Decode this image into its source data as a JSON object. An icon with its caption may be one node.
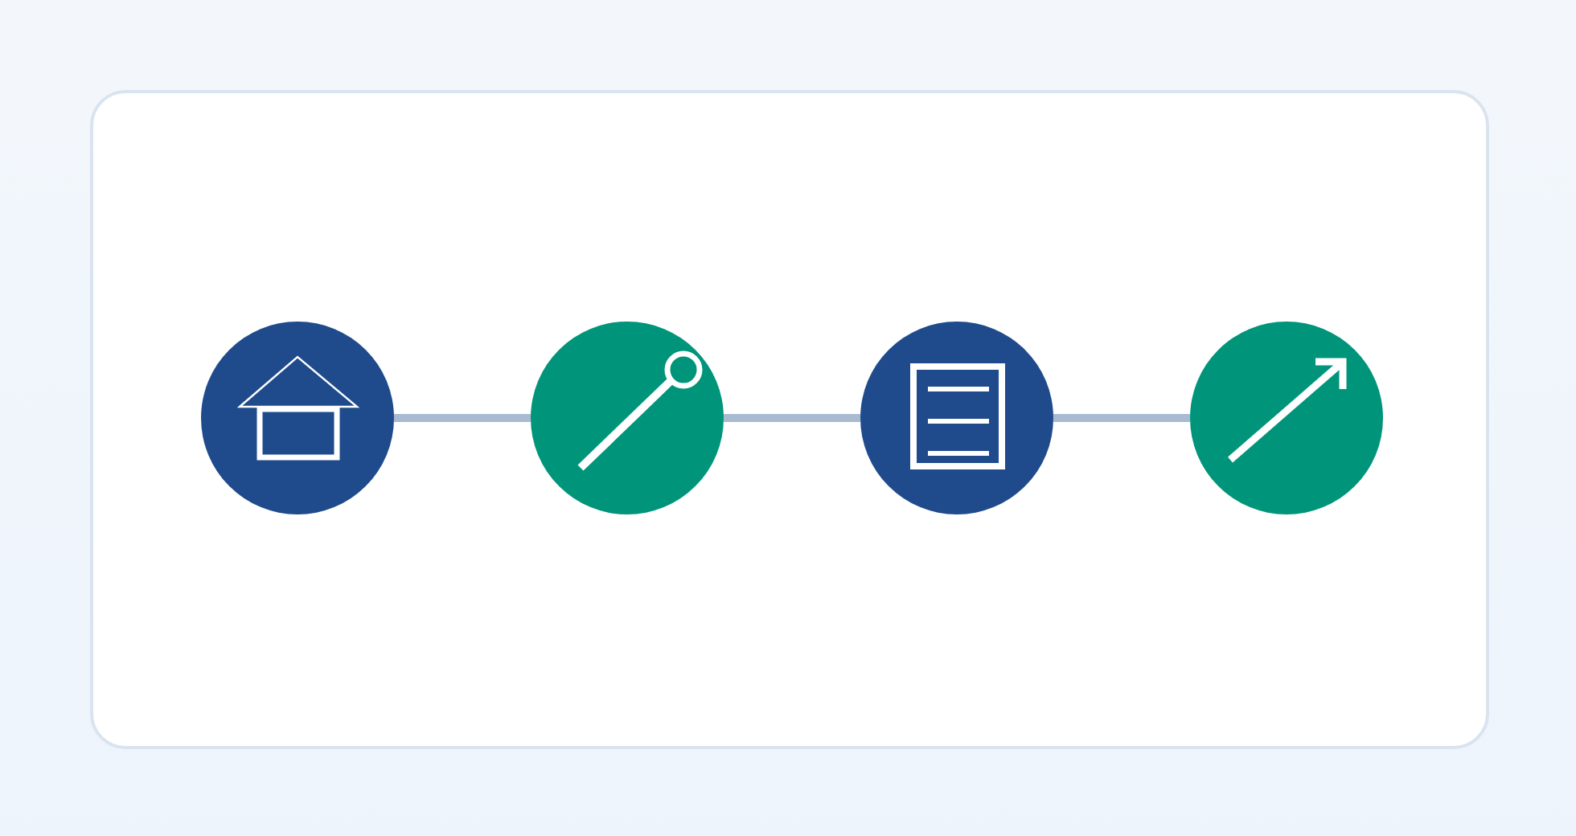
{
  "diagram": {
    "nodes": [
      {
        "text": [],
        "shape": "circle"
      },
      {
        "text": [],
        "shape": "circle"
      },
      {
        "text": [],
        "shape": "circle"
      },
      {
        "text": [],
        "shape": "circle"
      }
    ],
    "edges": [
      {
        "from": 0,
        "to": 1,
        "arrow": "none"
      },
      {
        "from": 1,
        "to": 2,
        "arrow": "none"
      },
      {
        "from": 2,
        "to": 3,
        "arrow": "none"
      }
    ]
  }
}
